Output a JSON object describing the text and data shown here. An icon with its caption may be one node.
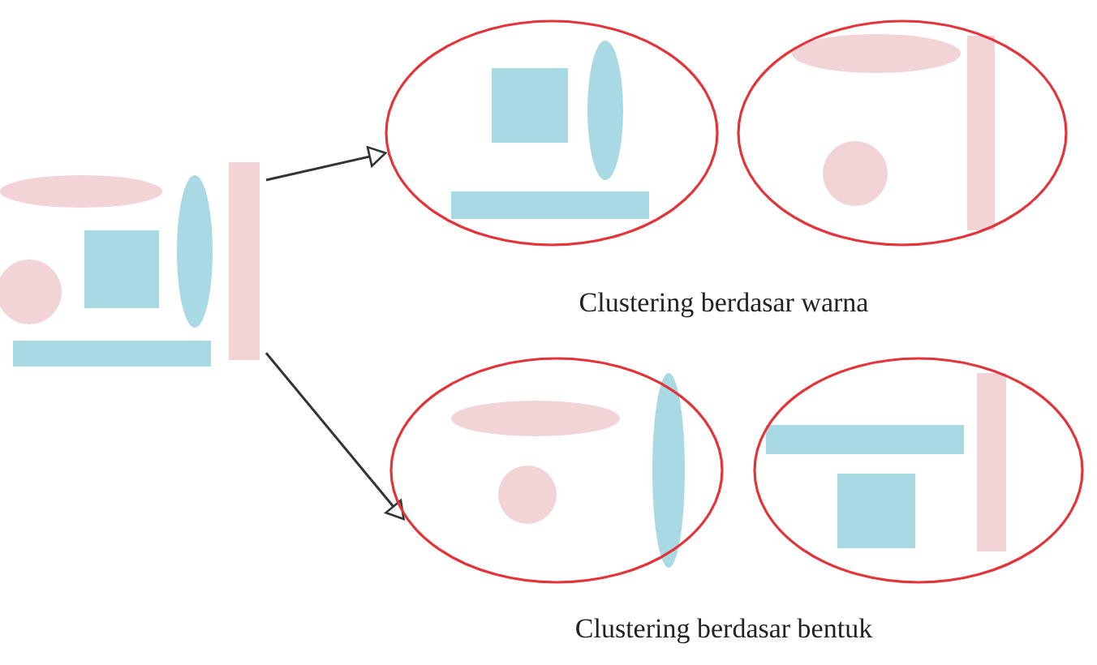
{
  "diagram": {
    "nodes": [
      {
        "text": [],
        "shape": "picture"
      },
      {
        "text": [],
        "shape": "circle"
      },
      {
        "text": [],
        "shape": "circle"
      },
      {
        "text": [],
        "shape": "circle"
      },
      {
        "text": [],
        "shape": "circle"
      }
    ],
    "edges": [
      {
        "from": 0,
        "to": 1,
        "arrow": "to"
      },
      {
        "from": 0,
        "to": 3,
        "arrow": "to"
      }
    ],
    "labels": [
      "Clustering berdasar warna",
      "Clustering berdasar bentuk"
    ]
  }
}
